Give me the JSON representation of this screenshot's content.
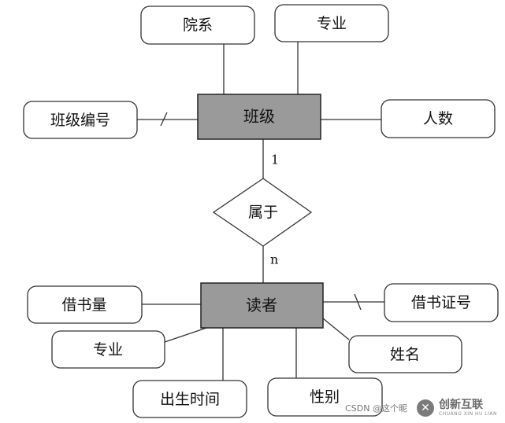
{
  "diagram": {
    "entities": [
      {
        "id": "class",
        "label": "班级"
      },
      {
        "id": "reader",
        "label": "读者"
      }
    ],
    "relationship": {
      "id": "belongs",
      "label": "属于"
    },
    "cardinalities": {
      "class_side": "1",
      "reader_side": "n"
    },
    "class_attributes": [
      {
        "id": "college",
        "label": "院系"
      },
      {
        "id": "major",
        "label": "专业"
      },
      {
        "id": "class-no",
        "label": "班级编号",
        "key": true
      },
      {
        "id": "headcount",
        "label": "人数"
      }
    ],
    "reader_attributes": [
      {
        "id": "borrow-count",
        "label": "借书量"
      },
      {
        "id": "card-no",
        "label": "借书证号",
        "key": true
      },
      {
        "id": "major",
        "label": "专业"
      },
      {
        "id": "name",
        "label": "姓名"
      },
      {
        "id": "birth",
        "label": "出生时间"
      },
      {
        "id": "gender",
        "label": "性别"
      }
    ]
  },
  "watermark": {
    "csdn": "CSDN @这个昵",
    "logo_glyph": "✕",
    "brand_cn": "创新互联",
    "brand_en": "CHUANG XIN HU LIAN"
  }
}
